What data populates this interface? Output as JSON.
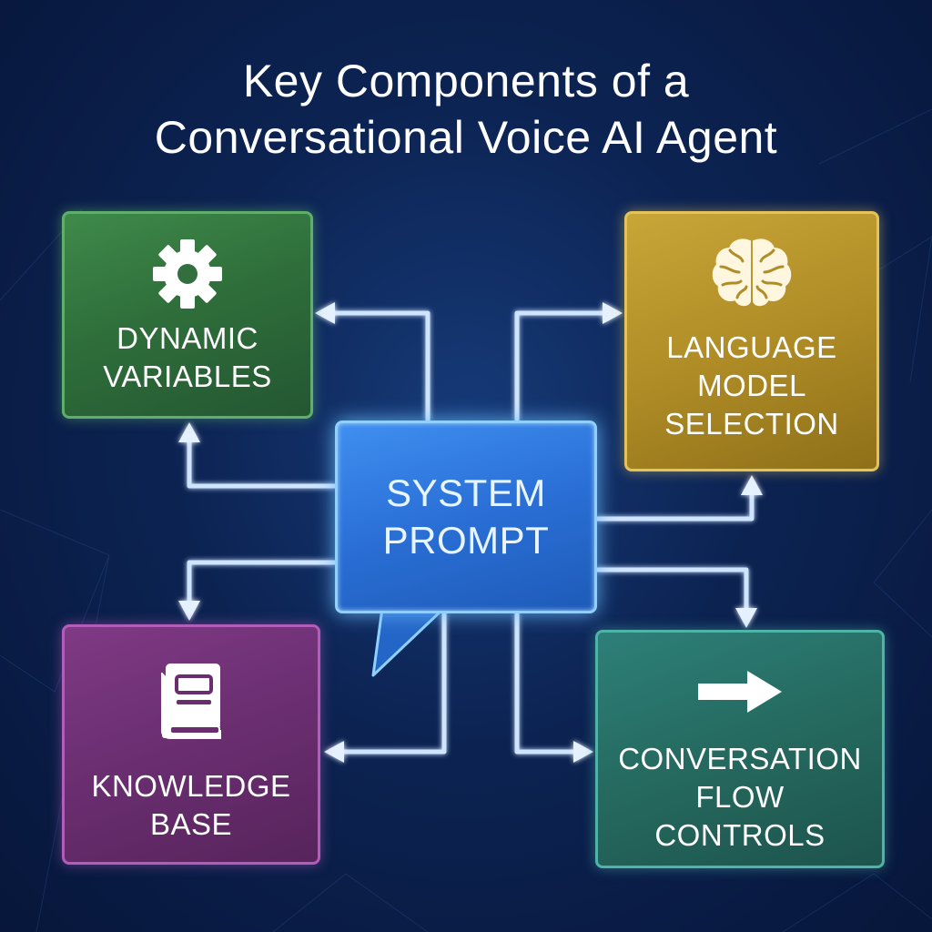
{
  "title": {
    "line1": "Key Components of a",
    "line2": "Conversational Voice AI Agent"
  },
  "nodes": {
    "center": {
      "line1": "SYSTEM",
      "line2": "PROMPT",
      "color": "#2a6fd6"
    },
    "top_left": {
      "line1": "DYNAMIC",
      "line2": "VARIABLES",
      "icon": "gear-icon",
      "color": "#2f6f3b"
    },
    "top_right": {
      "line1": "LANGUAGE",
      "line2": "MODEL",
      "line3": "SELECTION",
      "icon": "brain-icon",
      "color": "#b08d26"
    },
    "bottom_left": {
      "line1": "KNOWLEDGE",
      "line2": "BASE",
      "icon": "book-icon",
      "color": "#6a2e70"
    },
    "bottom_right": {
      "line1": "CONVERSATION",
      "line2": "FLOW",
      "line3": "CONTROLS",
      "icon": "right-arrow-icon",
      "color": "#25695f"
    }
  },
  "connector_color": "#cfe4ff"
}
